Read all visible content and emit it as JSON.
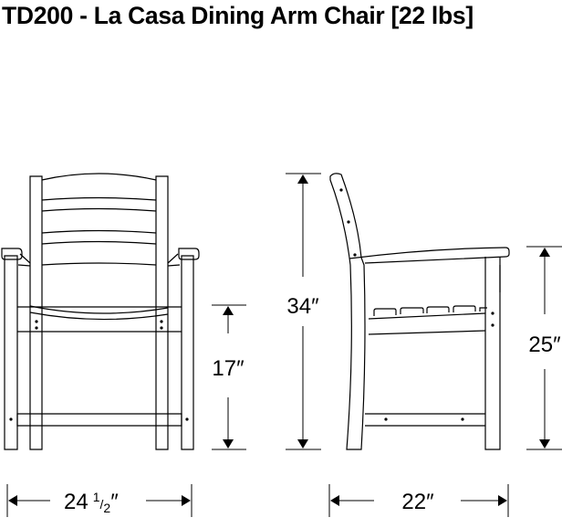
{
  "title": "TD200 - La Casa Dining Arm Chair [22 lbs]",
  "dimensions": {
    "seat_height": "17″",
    "overall_height": "34″",
    "arm_height": "25″",
    "width_whole": "24",
    "width_fraction_num": "1",
    "width_fraction_den": "2",
    "width_unit": "″",
    "depth": "22″"
  }
}
